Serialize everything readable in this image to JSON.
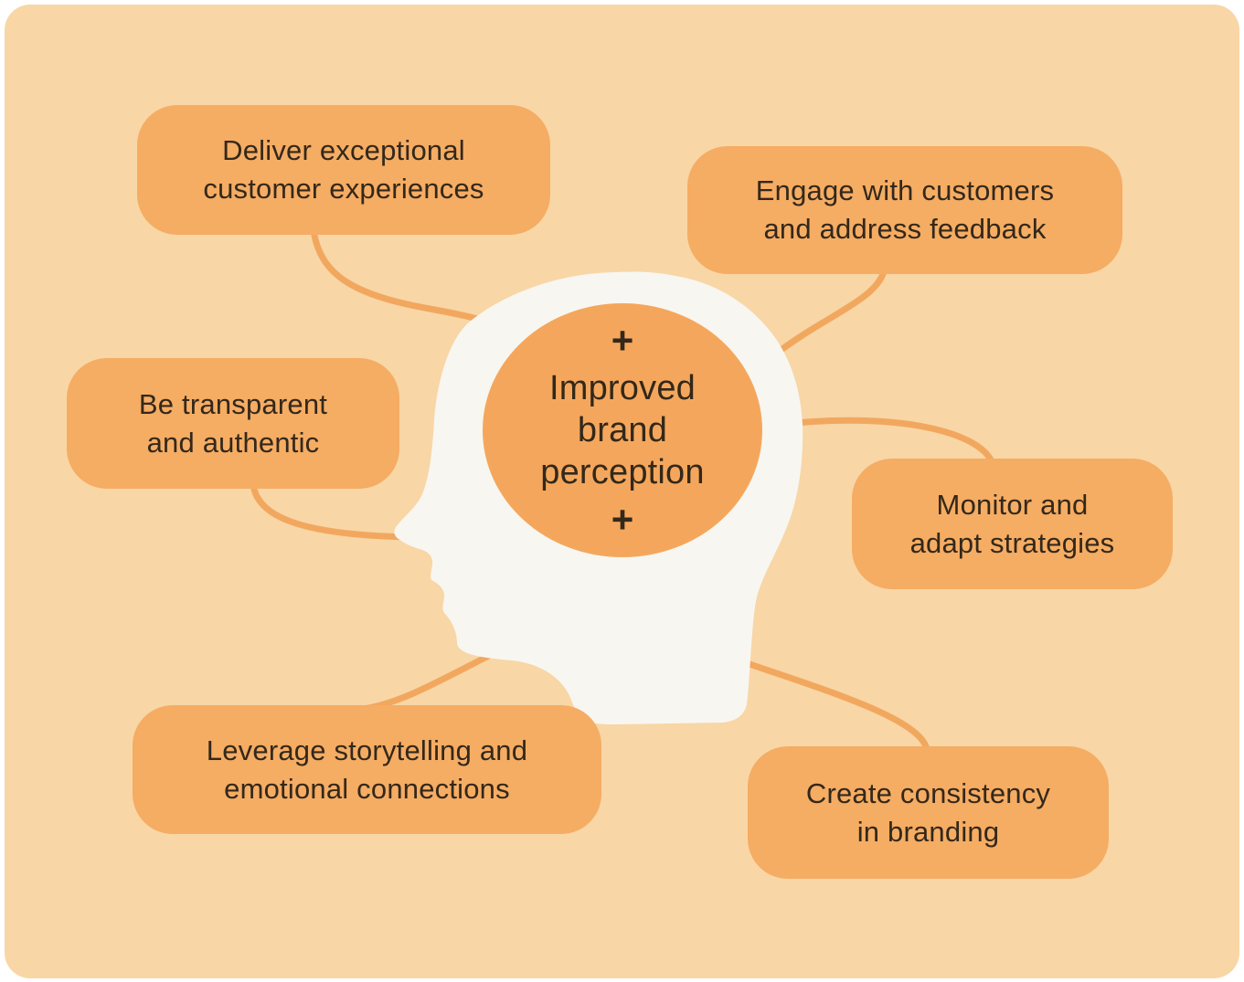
{
  "colors": {
    "page": "#FFFFFF",
    "background": "#F8D6A6",
    "node_fill": "#F5AC63",
    "brain_fill": "#F4A75C",
    "head_fill": "#F8F6F0",
    "connector": "#F2A75F",
    "text": "#33281A"
  },
  "center": {
    "plus_top": "+",
    "lines": [
      "Improved",
      "brand",
      "perception"
    ],
    "plus_bottom": "+"
  },
  "nodes": [
    {
      "id": "deliver",
      "lines": [
        "Deliver exceptional",
        "customer experiences"
      ]
    },
    {
      "id": "engage",
      "lines": [
        "Engage with customers",
        "and address feedback"
      ]
    },
    {
      "id": "transparent",
      "lines": [
        "Be transparent",
        "and authentic"
      ]
    },
    {
      "id": "monitor",
      "lines": [
        "Monitor and",
        "adapt strategies"
      ]
    },
    {
      "id": "storytelling",
      "lines": [
        "Leverage storytelling and",
        "emotional connections"
      ]
    },
    {
      "id": "consistency",
      "lines": [
        "Create consistency",
        "in branding"
      ]
    }
  ]
}
